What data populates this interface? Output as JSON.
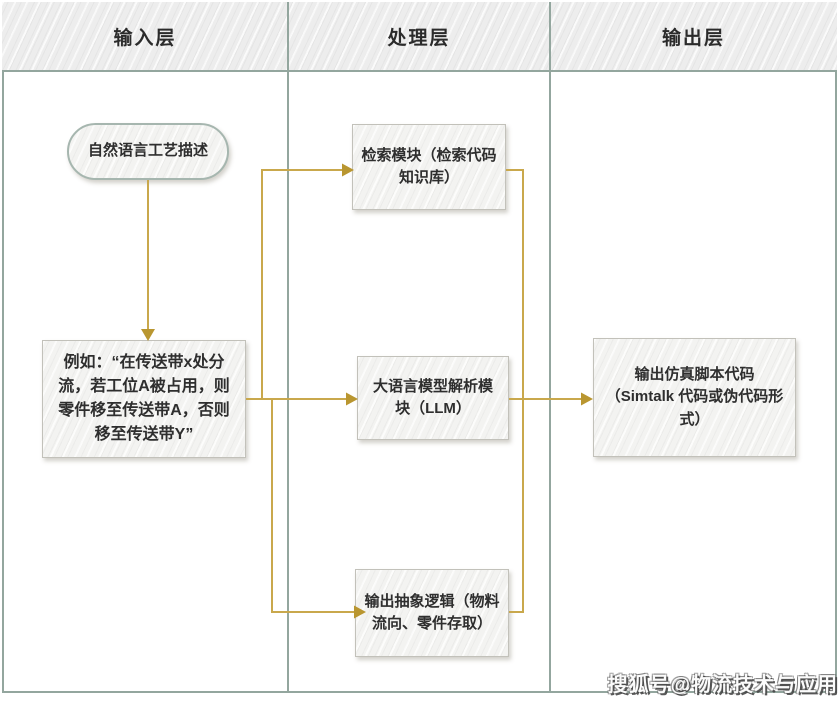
{
  "lanes": [
    {
      "label": "输入层"
    },
    {
      "label": "处理层"
    },
    {
      "label": "输出层"
    }
  ],
  "nodes": {
    "natural_language": {
      "label": "自然语言工艺描述"
    },
    "example": {
      "label": "例如：“在传送带x处分流，若工位A被占用，则零件移至传送带A，否则移至传送带Y”"
    },
    "retrieval": {
      "label": "检索模块（检索代码知识库）"
    },
    "llm": {
      "label": "大语言模型解析模块（LLM）"
    },
    "abstract_logic": {
      "label": "输出抽象逻辑（物料流向、零件存取）"
    },
    "output_code": {
      "label": "输出仿真脚本代码（Simtalk 代码或伪代码形式）"
    }
  },
  "edges": [
    {
      "from": "natural_language",
      "to": "example"
    },
    {
      "from": "example",
      "to": "retrieval"
    },
    {
      "from": "example",
      "to": "llm"
    },
    {
      "from": "example",
      "to": "abstract_logic"
    },
    {
      "from": "retrieval",
      "to": "output_code"
    },
    {
      "from": "llm",
      "to": "output_code"
    },
    {
      "from": "abstract_logic",
      "to": "output_code"
    }
  ],
  "watermark": {
    "text": "搜狐号@物流技术与应用"
  },
  "colors": {
    "connector": "#C9A84C",
    "arrowhead": "#B99630",
    "lane_border": "#93A69E",
    "node_border": "#C2C1BA",
    "pill_border": "#A6B6AF",
    "node_fill": "#F3F3F1",
    "header_fill": "#EDEDED",
    "text_color": "#2E2E2E"
  }
}
